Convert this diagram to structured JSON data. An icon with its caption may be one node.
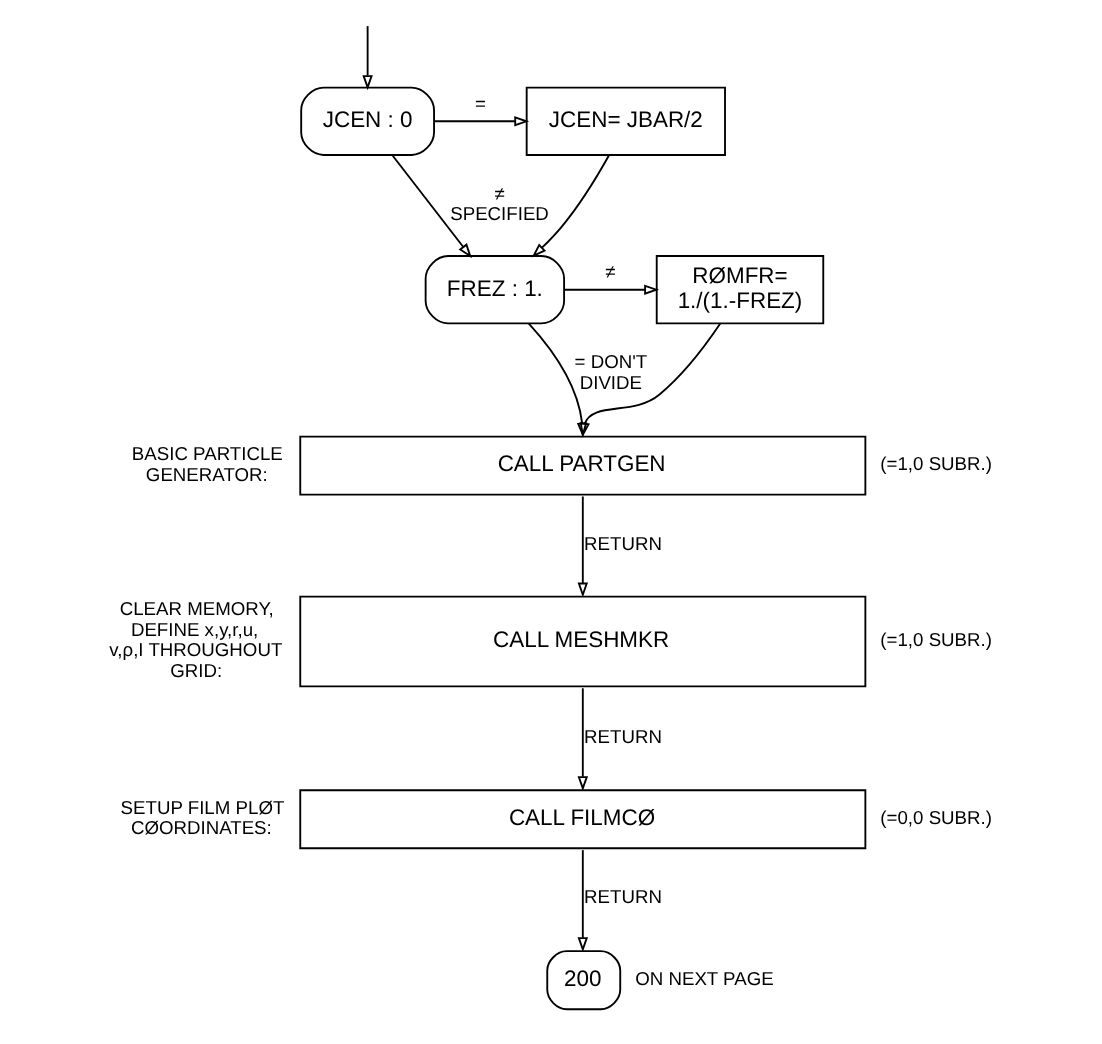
{
  "diagram": {
    "nodes": [
      {
        "text": [
          "JCEN : 0"
        ]
      },
      {
        "text": [
          "JCEN= JBAR/2"
        ]
      },
      {
        "text": [
          "FREZ : 1."
        ]
      },
      {
        "text": [
          "RØMFR= 1./(1.-FREZ)"
        ]
      },
      {
        "text": [
          "CALL PARTGEN"
        ],
        "beside": [
          "BASIC PARTICLE GENERATOR:",
          "(=1,0 SUBR.)"
        ]
      },
      {
        "text": [
          "CALL MESHMKR"
        ],
        "beside": [
          "CLEAR MEMORY, DEFINE x,y,r,u, v,ρ,I THROUGHOUT GRID:",
          "(=1,0 SUBR.)"
        ]
      },
      {
        "text": [
          "CALL FILMCØ"
        ],
        "beside": [
          "SETUP FILM PLØT CØORDINATES:",
          "(=0,0 SUBR.)"
        ]
      },
      {
        "text": [
          "200"
        ],
        "beside": [
          "ON NEXT PAGE"
        ]
      }
    ],
    "edges": [
      {
        "from": null,
        "to": 0,
        "arrow": "to"
      },
      {
        "from": 0,
        "to": 1,
        "label": "=",
        "arrow": "to"
      },
      {
        "from": 0,
        "to": 2,
        "label": "≠ SPECIFIED",
        "arrow": "to"
      },
      {
        "from": 1,
        "to": 2,
        "arrow": "to"
      },
      {
        "from": 2,
        "to": 3,
        "label": "≠",
        "arrow": "to"
      },
      {
        "from": 2,
        "to": 4,
        "label": "= DON'T DIVIDE",
        "arrow": "to"
      },
      {
        "from": 3,
        "to": 4,
        "arrow": "to"
      },
      {
        "from": 4,
        "to": 5,
        "label": "RETURN",
        "arrow": "to"
      },
      {
        "from": 5,
        "to": 6,
        "label": "RETURN",
        "arrow": "to"
      },
      {
        "from": 6,
        "to": 7,
        "label": "RETURN",
        "arrow": "to"
      }
    ]
  }
}
